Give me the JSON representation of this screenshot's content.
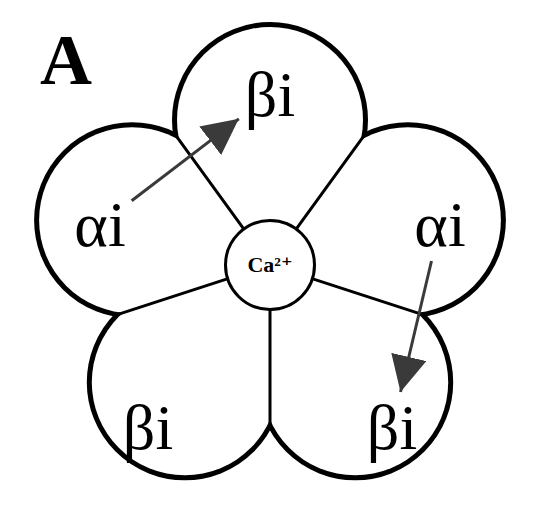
{
  "diagram": {
    "nodes": [
      {
        "text": [
          "βi"
        ]
      },
      {
        "text": [
          "αi"
        ]
      },
      {
        "text": [
          "Ca²⁺"
        ]
      },
      {
        "text": [
          "αi"
        ]
      },
      {
        "text": [
          "βi"
        ]
      },
      {
        "text": [
          "βi"
        ]
      }
    ],
    "edges": [
      {
        "from": 1,
        "to": 0,
        "arrow": "to"
      },
      {
        "from": 3,
        "to": 5,
        "arrow": "to"
      }
    ],
    "labels": [
      "A"
    ]
  }
}
